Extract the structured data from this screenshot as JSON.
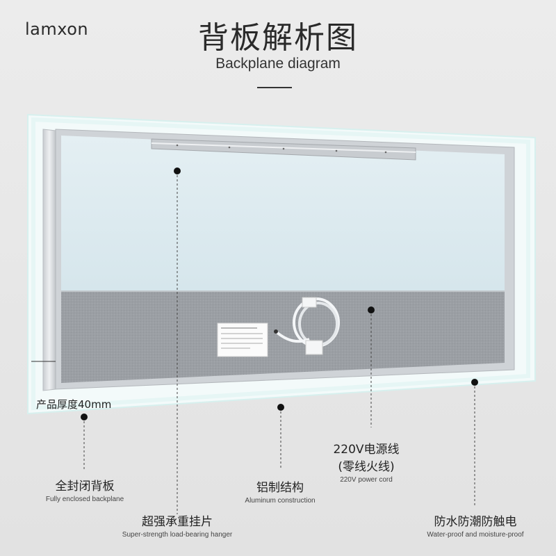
{
  "brand": {
    "logo_text": "lamxon"
  },
  "header": {
    "title_cn": "背板解析图",
    "title_en": "Backplane diagram"
  },
  "product": {
    "thickness_label": "产品厚度40mm"
  },
  "callouts": [
    {
      "id": "enclosed",
      "cn": "全封闭背板",
      "en": "Fully enclosed backplane"
    },
    {
      "id": "hanger",
      "cn": "超强承重挂片",
      "en": "Super-strength load-bearing hanger"
    },
    {
      "id": "aluminum",
      "cn": "铝制结构",
      "en": "Aluminum construction"
    },
    {
      "id": "cord",
      "cn": "220V电源线",
      "cn2": "(零线火线)",
      "en": "220V power cord"
    },
    {
      "id": "waterproof",
      "cn": "防水防潮防触电",
      "en": "Water-proof and moisture-proof"
    }
  ],
  "colors": {
    "glass": "#dce9ee",
    "felt": "#9a9ea3",
    "frame": "#d9dcdf",
    "glow": "#f2fbfb"
  }
}
